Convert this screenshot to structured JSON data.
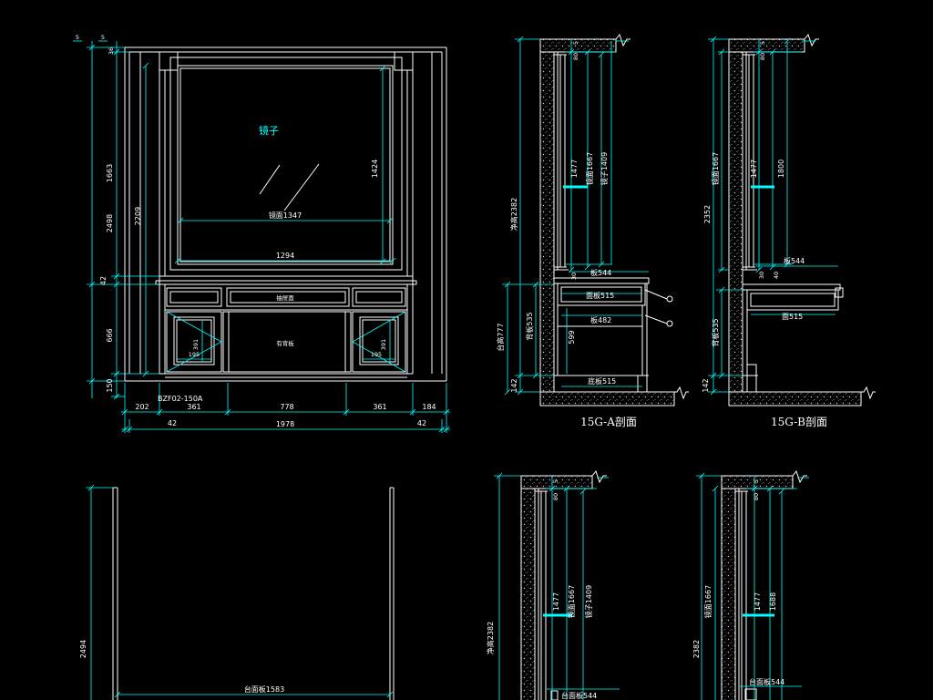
{
  "colors": {
    "background": "#000000",
    "line": "#ffffff",
    "dimension": "#00ffff",
    "text": "#ffffff",
    "label": "#00ffff",
    "hatch": "#bdbdbd"
  },
  "front_elevation": {
    "mirror_label": "镜子",
    "mirror_height": "1424",
    "mirror_surface": "镜面1347",
    "mirror_width": "1294",
    "drawer_label": "抽屉面",
    "cabinet_label": "有背板",
    "left_door": {
      "height": "391",
      "width": "195"
    },
    "right_door": {
      "height": "391",
      "width": "195"
    },
    "model_code": "BZF02-150A",
    "left_dims": {
      "top_a": "5",
      "top_b": "5",
      "top_c": "36",
      "upper": "1663",
      "total": "2498",
      "band": "42",
      "lower": "666",
      "plinth": "150"
    },
    "inner_height": "2209",
    "bottom_dims": [
      "202",
      "361",
      "778",
      "361",
      "184"
    ],
    "overall_dims": {
      "left": "42",
      "total": "1978",
      "right": "42"
    }
  },
  "section_a": {
    "title": "15G-A剖面",
    "ceiling_dims": [
      "80",
      "5"
    ],
    "clear_height": "净高2382",
    "mirror_block": "1477",
    "mirror_surface": "镜面1667",
    "mirror": "镜子1409",
    "gap": "30",
    "shelf": "板544",
    "panel": "面板515",
    "drawer_board": "板482",
    "drawer_height": "599",
    "back_panel": "背板535",
    "counter_height": "台高777",
    "plinth": "142",
    "bottom_board": "底板515"
  },
  "section_b": {
    "title": "15G-B剖面",
    "ceiling_dims": [
      "80",
      "5"
    ],
    "clear_height": "2352",
    "mirror_surface": "镜面1667",
    "mirror_block": "1477",
    "mirror": "1800",
    "shelf": "板544",
    "gaps": [
      "30",
      "40"
    ],
    "panel": "面515",
    "back_panel": "背板535",
    "plinth": "142"
  },
  "section_c": {
    "ceiling_dims": [
      "80",
      "5"
    ],
    "clear_height": "净高2382",
    "mirror_block": "1477",
    "mirror_surface": "镜面1667",
    "mirror": "镜子1409",
    "counter": "台面板544"
  },
  "section_d": {
    "ceiling_dims": [
      "80",
      "5"
    ],
    "clear_height": "2382",
    "mirror_surface": "镜面1667",
    "mirror_block": "1477",
    "mirror": "1688",
    "counter": "台面板544"
  },
  "lower_elevation": {
    "height": "2494",
    "counter": "台面板1583"
  }
}
